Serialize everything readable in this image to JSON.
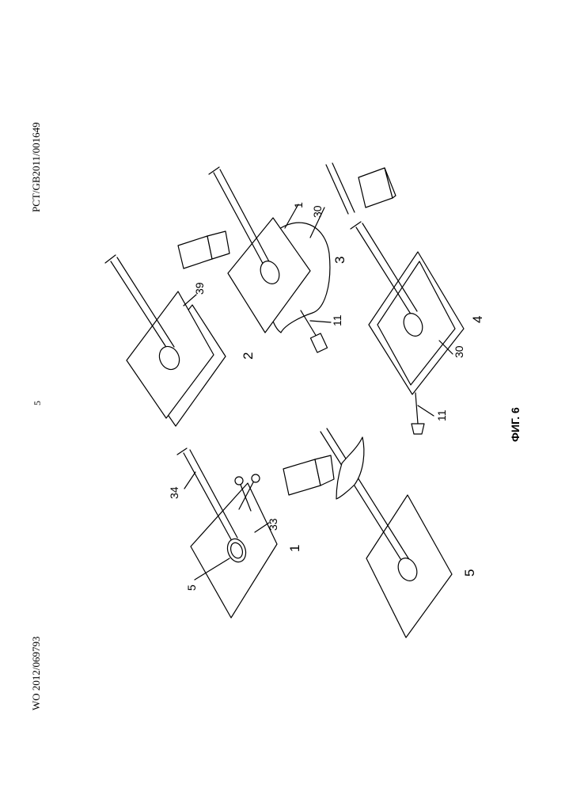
{
  "header": {
    "publication_number": "WO 2012/069793",
    "page_number": "5",
    "application_number": "PCT/GB2011/001649"
  },
  "figure": {
    "caption": "ФИГ. 6",
    "steps": [
      "1",
      "2",
      "3",
      "4",
      "5"
    ],
    "reference_labels": {
      "r5": "5",
      "r34": "34",
      "r33": "33",
      "r39": "39",
      "r1": "1",
      "r30a": "30",
      "r11a": "11",
      "r30b": "30",
      "r11b": "11"
    }
  }
}
